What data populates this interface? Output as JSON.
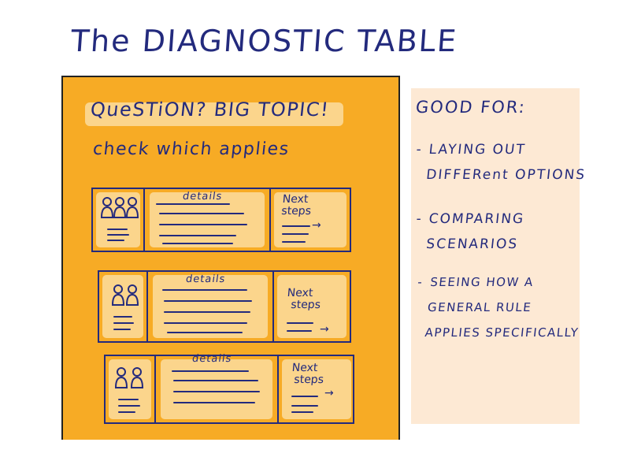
{
  "title": "The DIAGNOSTIC TABLE",
  "board": {
    "question": "QueSTiON? BIG TOPIC!",
    "subtitle": "check which applies",
    "rows": [
      {
        "people_icons": "3-people",
        "details_label": "details",
        "next_label_1": "Next",
        "next_label_2": "steps"
      },
      {
        "people_icons": "2-people",
        "details_label": "details",
        "next_label_1": "Next",
        "next_label_2": "steps"
      },
      {
        "people_icons": "2-people",
        "details_label": "details",
        "next_label_1": "Next",
        "next_label_2": "steps"
      }
    ]
  },
  "sidebar": {
    "heading": "GOOD FOR:",
    "items": [
      {
        "line1": "LAYING OUT",
        "line2": "DIFFERent OPTIONS"
      },
      {
        "line1": "COMPARING",
        "line2": "SCENARIOS"
      },
      {
        "line1": "SEEING HOW A",
        "line2": "GENERAL RULE",
        "line3": "APPLIES SPECIFICALLY"
      }
    ]
  },
  "colors": {
    "ink": "#232a7d",
    "board_orange": "#f7ab25",
    "highlight": "#fbd58c",
    "side_panel": "#fde9d4"
  },
  "icons": [
    "person-icon",
    "right-arrow-icon"
  ]
}
